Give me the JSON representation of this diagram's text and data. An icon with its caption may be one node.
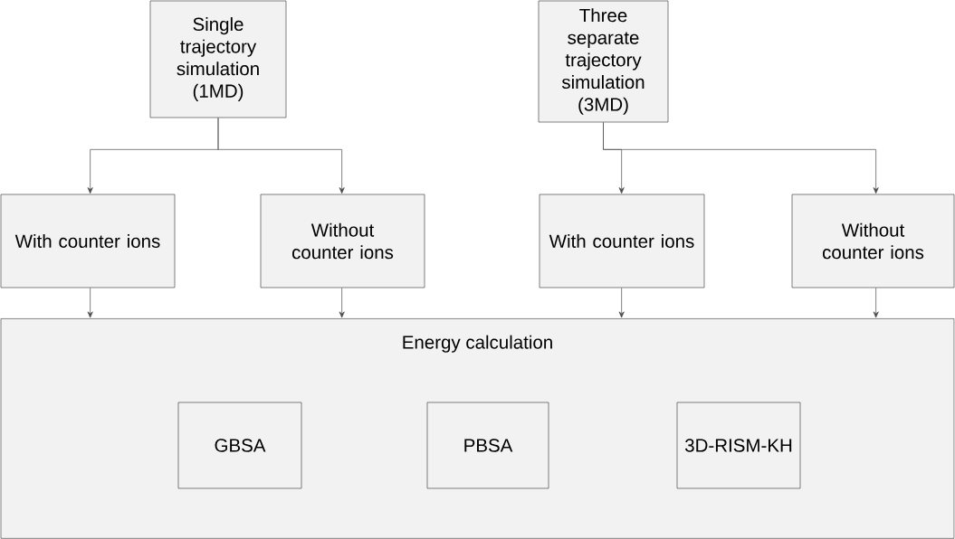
{
  "diagram": {
    "nodes": [
      {
        "text": [
          "Single trajectory simulation (1MD)"
        ]
      },
      {
        "text": [
          "Three separate trajectory simulation (3MD)"
        ]
      },
      {
        "text": [
          "With counter ions"
        ]
      },
      {
        "text": [
          "Without counter ions"
        ]
      },
      {
        "text": [
          "With counter ions"
        ]
      },
      {
        "text": [
          "Without counter ions"
        ]
      },
      {
        "text": [
          "Energy calculation"
        ]
      },
      {
        "text": [
          "GBSA"
        ],
        "in": 6
      },
      {
        "text": [
          "PBSA"
        ],
        "in": 6
      },
      {
        "text": [
          "3D-RISM-KH"
        ],
        "in": 6
      }
    ],
    "edges": [
      {
        "from": 0,
        "to": 2,
        "arrow": "to"
      },
      {
        "from": 0,
        "to": 3,
        "arrow": "to"
      },
      {
        "from": 1,
        "to": 4,
        "arrow": "to"
      },
      {
        "from": 1,
        "to": 5,
        "arrow": "to"
      },
      {
        "from": 2,
        "to": 6,
        "arrow": "to"
      },
      {
        "from": 3,
        "to": 6,
        "arrow": "to"
      },
      {
        "from": 4,
        "to": 6,
        "arrow": "to"
      },
      {
        "from": 5,
        "to": 6,
        "arrow": "to"
      }
    ]
  }
}
